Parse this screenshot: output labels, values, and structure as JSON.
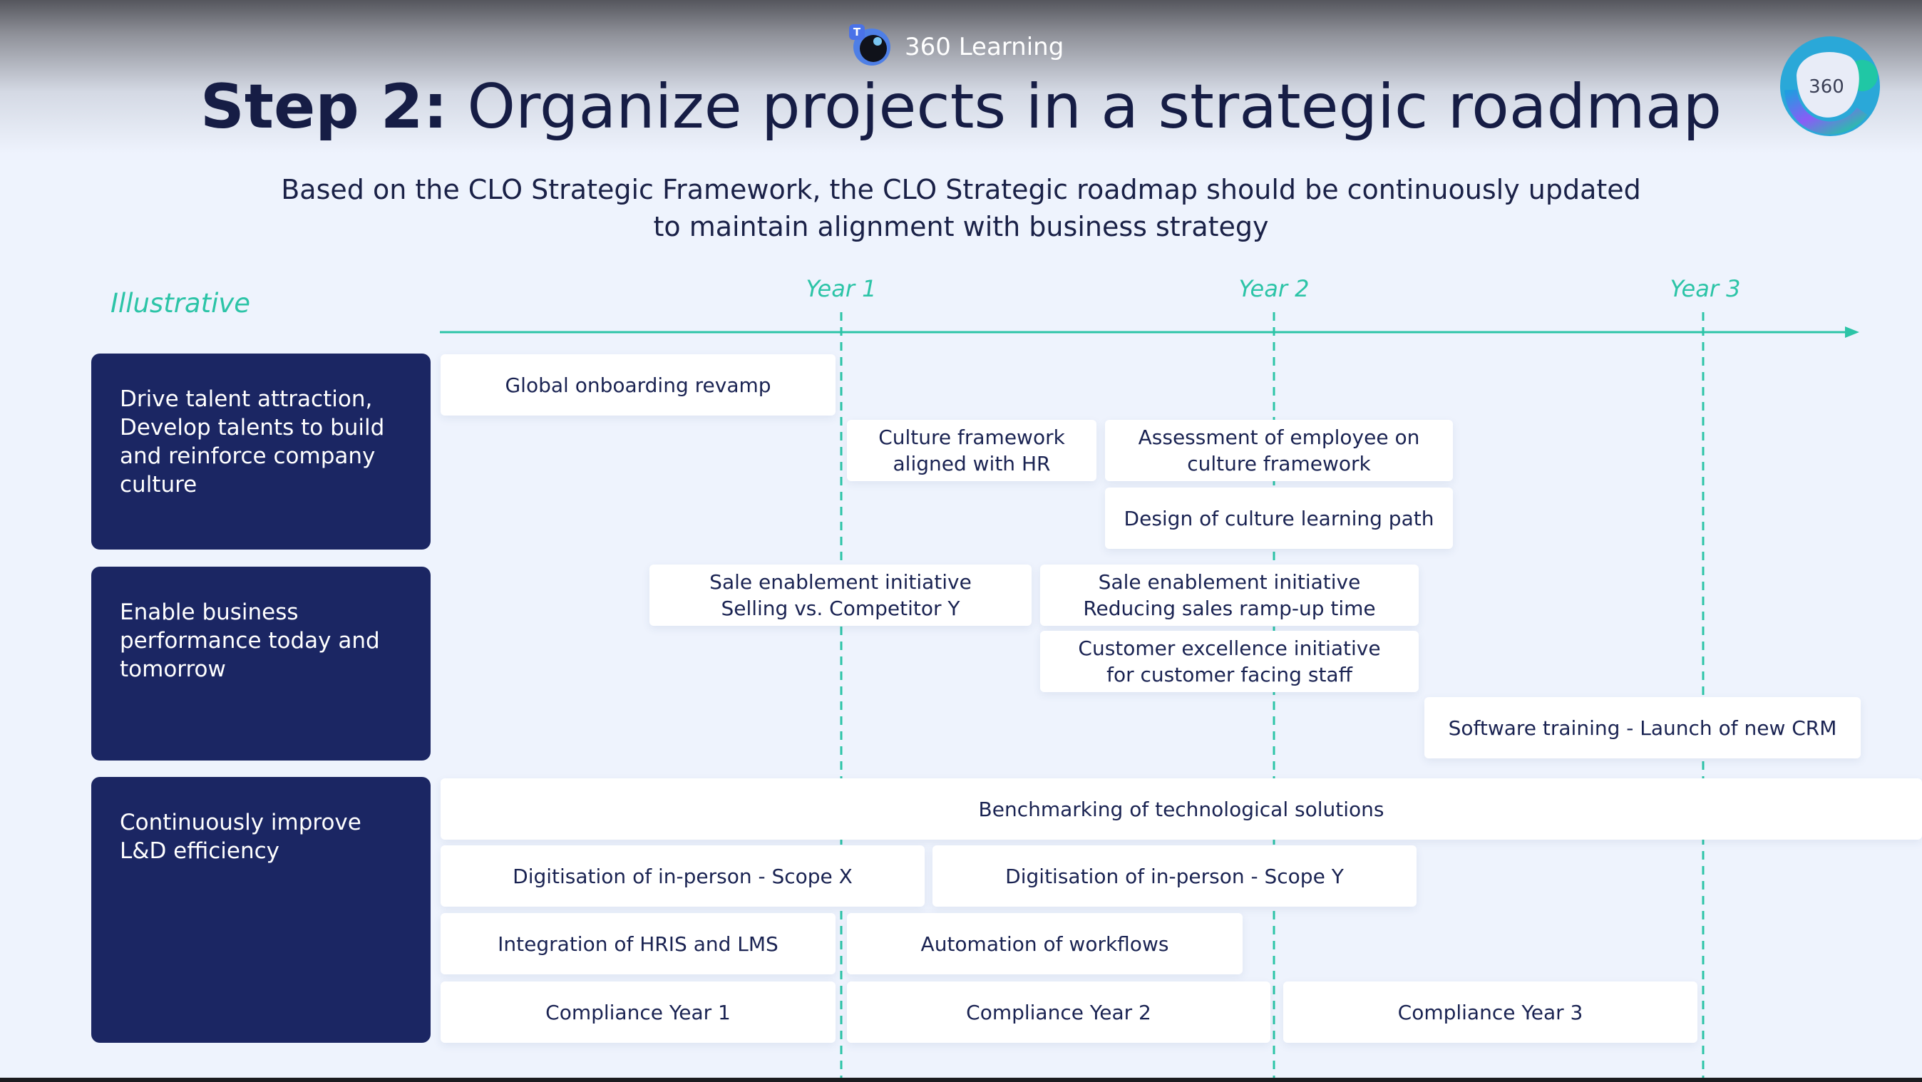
{
  "brand": {
    "name": "360 Learning",
    "badge": "T",
    "logo_text": "360"
  },
  "title": {
    "bold": "Step 2:",
    "rest": " Organize projects in a strategic roadmap"
  },
  "subtitle": {
    "line1": "Based on the CLO Strategic Framework, the CLO Strategic roadmap should be continuously updated",
    "line2": "to maintain alignment with business strategy"
  },
  "illustrative": "Illustrative",
  "years": [
    "Year 1",
    "Year 2",
    "Year 3"
  ],
  "categories": [
    "Drive talent attraction,\nDevelop talents to build\nand reinforce company\nculture",
    "Enable business\nperformance today and\ntomorrow",
    "Continuously improve\nL&D efficiency"
  ],
  "tasks": [
    "Global onboarding revamp",
    "Culture framework\naligned with HR",
    "Assessment of employee on\nculture framework",
    "Design of culture learning path",
    "Sale enablement initiative\nSelling vs. Competitor Y",
    "Sale enablement initiative\nReducing sales ramp-up time",
    "Customer excellence initiative\nfor customer facing staff",
    "Software training - Launch of new CRM",
    "Benchmarking of technological solutions",
    "Digitisation of in-person - Scope X",
    "Digitisation of in-person - Scope Y",
    "Integration of HRIS and LMS",
    "Automation of workflows",
    "Compliance Year 1",
    "Compliance Year 2",
    "Compliance Year 3"
  ],
  "colors": {
    "accent": "#2cc4a7",
    "navy": "#1b2663",
    "background": "#eef3fd"
  }
}
